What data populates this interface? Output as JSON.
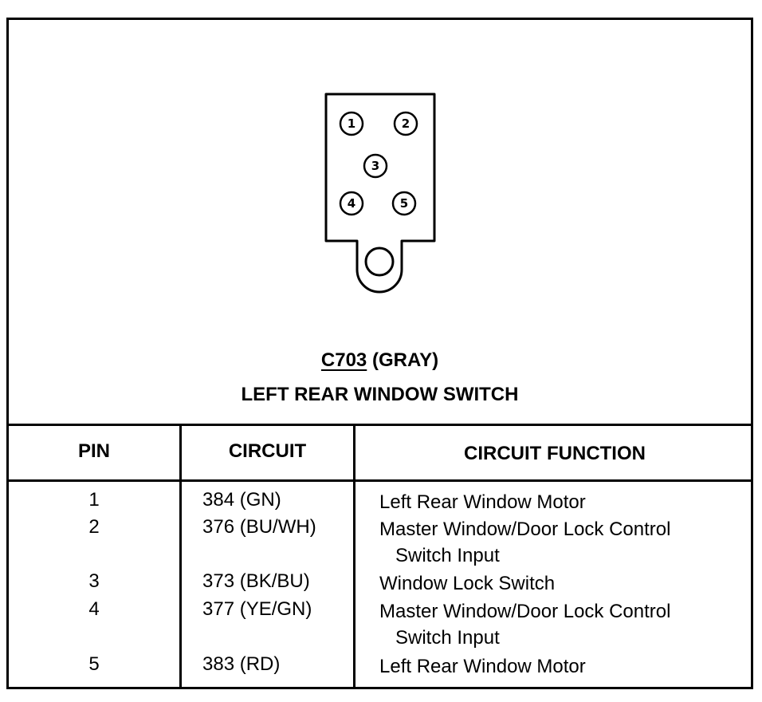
{
  "connector": {
    "id": "C703",
    "color_label": "(GRAY)",
    "name": "LEFT REAR WINDOW SWITCH",
    "pins": [
      "1",
      "2",
      "3",
      "4",
      "5"
    ]
  },
  "table": {
    "headers": {
      "pin": "PIN",
      "circuit": "CIRCUIT",
      "function": "CIRCUIT FUNCTION"
    },
    "rows": [
      {
        "pin": "1",
        "circuit": "384 (GN)",
        "function": [
          "Left Rear Window Motor"
        ]
      },
      {
        "pin": "2",
        "circuit": "376 (BU/WH)",
        "function": [
          "Master Window/Door Lock Control",
          "Switch Input"
        ]
      },
      {
        "pin": "3",
        "circuit": "373 (BK/BU)",
        "function": [
          "Window Lock Switch"
        ]
      },
      {
        "pin": "4",
        "circuit": "377 (YE/GN)",
        "function": [
          "Master Window/Door Lock Control",
          "Switch Input"
        ]
      },
      {
        "pin": "5",
        "circuit": "383 (RD)",
        "function": [
          "Left Rear Window Motor"
        ]
      }
    ]
  }
}
